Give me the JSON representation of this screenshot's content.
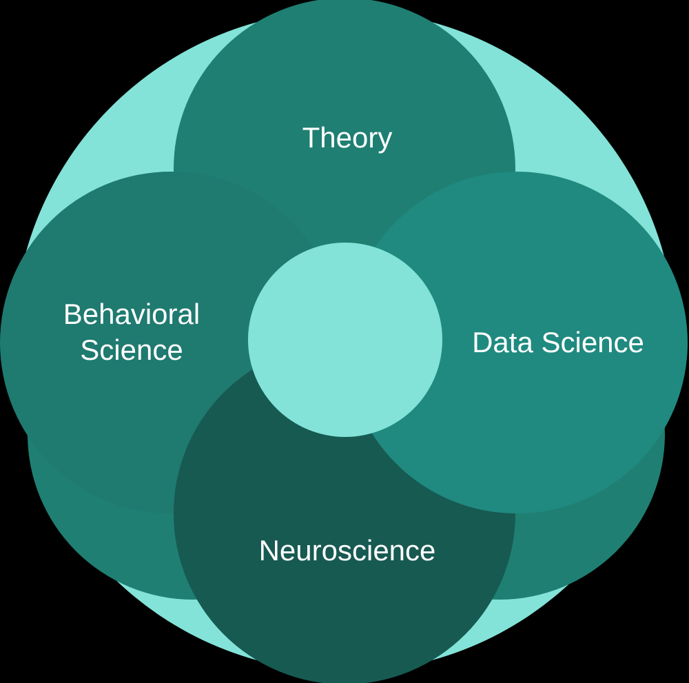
{
  "diagram": {
    "colors": {
      "background": "#000000",
      "light": "#83E3D8",
      "theory": "#1F7F73",
      "behavioral": "#1F7A70",
      "data_science": "#208A80",
      "neuroscience": "#175A52",
      "center": "#83E3D8",
      "text": "#ffffff"
    },
    "labels": {
      "theory": "Theory",
      "behavioral_line1": "Behavioral",
      "behavioral_line2": "Science",
      "data_science": "Data Science",
      "neuroscience": "Neuroscience"
    }
  }
}
